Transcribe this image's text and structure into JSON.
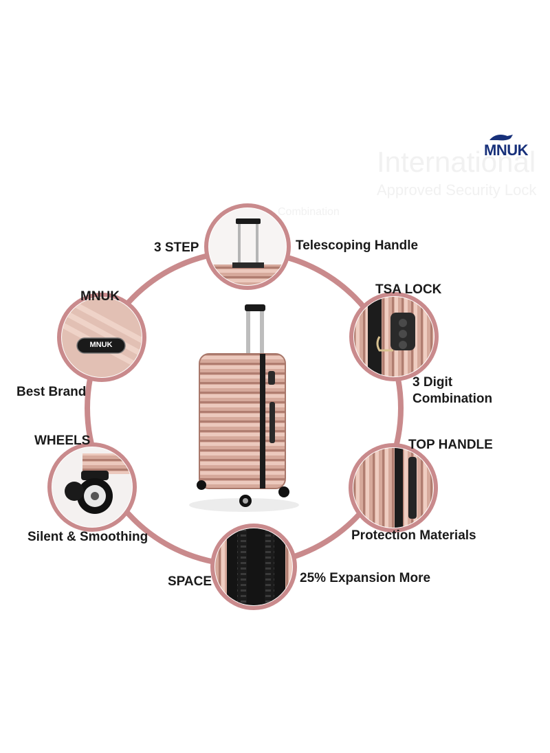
{
  "brand": {
    "name": "MNUK",
    "color": "#17307a"
  },
  "colors": {
    "ring": "#c98a8c",
    "rose_gold": "#c9998c",
    "dark": "#1a1a1a"
  },
  "watermark": {
    "line1": "International",
    "line2": "Approved Security Lock",
    "line3": "Combination"
  },
  "features": {
    "handle": {
      "left": "3 STEP",
      "right": "Telescoping Handle",
      "icon": "telescoping-handle-icon"
    },
    "tsa": {
      "top": "TSA LOCK",
      "bottom1": "3 Digit",
      "bottom2": "Combination",
      "icon": "combination-lock-icon"
    },
    "top_handle": {
      "top": "TOP HANDLE",
      "bottom": "Protection Materials",
      "icon": "top-handle-icon"
    },
    "space": {
      "left": "SPACE",
      "right": "25% Expansion More",
      "icon": "zipper-icon"
    },
    "wheels": {
      "top": "WHEELS",
      "bottom": "Silent & Smoothing",
      "icon": "spinner-wheel-icon"
    },
    "brand_badge": {
      "top": "MNUK",
      "bottom": "Best Brand",
      "badge_text": "MNUK",
      "icon": "brand-badge-icon"
    }
  }
}
